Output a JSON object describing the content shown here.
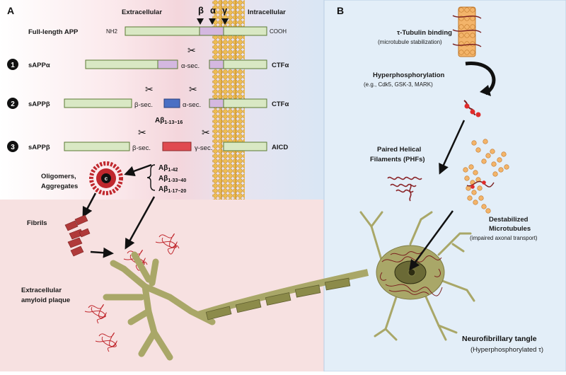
{
  "panel_a": {
    "letter": "A",
    "extracellular": "Extracellular",
    "intracellular": "Intracellular",
    "greek": {
      "beta": "β",
      "alpha": "α",
      "gamma": "γ"
    },
    "full_length_label": "Full-length APP",
    "nh2": "NH2",
    "cooh": "COOH",
    "rows": [
      {
        "num": "1",
        "left": "sAPPα",
        "cut": "α-sec.",
        "right": "CTFα"
      },
      {
        "num": "2",
        "left": "sAPPβ",
        "cut_left": "β-sec.",
        "cut_right": "α-sec.",
        "right": "CTFα",
        "fragment": "Aβ",
        "fragment_sub": "1-13~16"
      },
      {
        "num": "3",
        "left": "sAPPβ",
        "cut_left": "β-sec.",
        "cut_right": "γ-sec.",
        "right": "AICD"
      }
    ],
    "abeta_list": [
      {
        "main": "Aβ",
        "sub": "1-42"
      },
      {
        "main": "Aβ",
        "sub": "1-33~40"
      },
      {
        "main": "Aβ",
        "sub": "1-17~20"
      }
    ],
    "oligomers": [
      "Oligomers,",
      "Aggregates"
    ],
    "oligomer_core": "c",
    "fibrils": "Fibrils",
    "plaque": [
      "Extracellular",
      "amyloid plaque"
    ]
  },
  "panel_b": {
    "letter": "B",
    "tubulin": {
      "title": "τ-Tubulin binding",
      "sub": "(microtubule stabilization)"
    },
    "hyper": {
      "title": "Hyperphosphorylation",
      "sub": "(e.g., Cdk5, GSK-3, MARK)"
    },
    "phf": [
      "Paired Helical",
      "Filaments (PHFs)"
    ],
    "destab": {
      "title1": "Destabilized",
      "title2": "Microtubules",
      "sub": "(impaired axonal transport)"
    },
    "nft": {
      "title": "Neurofibrillary tangle",
      "sub": "(Hyperphosphorylated τ)"
    }
  },
  "colors": {
    "app_bar": "#d9e8c4",
    "app_border": "#5a7a33",
    "alpha_segment": "#d4b8e0",
    "abeta_blue": "#4a6fc4",
    "abeta_red": "#e04a50",
    "membrane": "#e8b84a",
    "neuron": "#a9a768",
    "panel_b_bg": "#e3eef8",
    "plaque_bg": "#f7e1e1"
  }
}
